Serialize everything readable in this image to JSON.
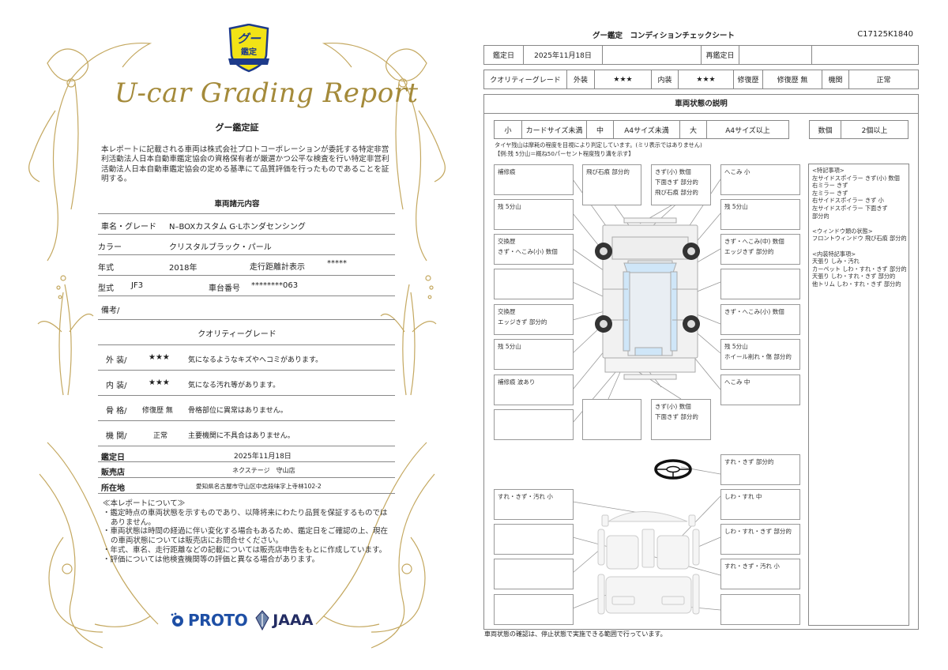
{
  "certificate": {
    "badge": {
      "line1": "グー",
      "line2": "鑑定"
    },
    "script_title": "U-car Grading Report",
    "title": "グー鑑定証",
    "body": "本レポートに記載される車両は株式会社プロトコーポレーションが委託する特定非営利活動法人日本自動車鑑定協会の資格保有者が厳選かつ公平な検査を行い特定非営利活動法人日本自動車鑑定協会の定める基準にて品質評価を行ったものであることを証明する。",
    "spec_title": "車両諸元内容",
    "specs": {
      "name_label": "車名・グレード",
      "name_value": "N–BOXカスタム G·Lホンダセンシング",
      "color_label": "カラー",
      "color_value": "クリスタルブラック・パール",
      "year_label": "年式",
      "year_value": "2018年",
      "mileage_label": "走行距離計表示",
      "mileage_value": "*****",
      "model_label": "型式",
      "model_value": "JF3",
      "chassis_label": "車台番号",
      "chassis_value": "********063",
      "remarks_label": "備考/"
    },
    "quality_title": "クオリティーグレード",
    "quality": [
      {
        "label": "外 装/",
        "grade": "★★★",
        "desc": "気になるようなキズやヘコミがあります。"
      },
      {
        "label": "内 装/",
        "grade": "★★★",
        "desc": "気になる汚れ等があります。"
      },
      {
        "label": "骨 格/",
        "grade": "修復歴 無",
        "desc": "骨格部位に異常はありません。"
      },
      {
        "label": "機 関/",
        "grade": "正常",
        "desc": "主要機関に不具合はありません。"
      }
    ],
    "info": {
      "date_label": "鑑定日",
      "date_value": "2025年11月18日",
      "shop_label": "販売店",
      "shop_value": "ネクステージ　守山店",
      "address_label": "所在地",
      "address_value": "愛知県名古屋市守山区中志段味字上寺林102-2"
    },
    "notes": {
      "heading": "≪本レポートについて≫",
      "items": [
        "・鑑定時点の車両状態を示すものであり、以降将来にわたり品質を保証するものではありません。",
        "・車両状態は時間の経過に伴い変化する場合もあるため、鑑定日をご確認の上、現在の車両状態については販売店にお問合せください。",
        "・年式、車名、走行距離などの記載については販売店申告をもとに作成しています。",
        "・評価については他検査機関等の評価と異なる場合があります。"
      ]
    },
    "logos": {
      "proto": "PROTO",
      "jaaa": "JAAA"
    },
    "colors": {
      "gold": "#a48a3a",
      "proto_blue": "#1e4fa5",
      "jaaa_navy": "#232c63",
      "badge_yellow": "#f2e316"
    }
  },
  "check_sheet": {
    "title": "グー鑑定　コンディションチェックシート",
    "code": "C17125K1840",
    "date_label": "鑑定日",
    "date_value": "2025年11月18日",
    "redate_label": "再鑑定日",
    "redate_value": "",
    "grade_row": {
      "label": "クオリティーグレード",
      "exterior_label": "外装",
      "exterior_value": "★★★",
      "interior_label": "内装",
      "interior_value": "★★★",
      "repair_label": "修復歴",
      "repair_value": "修復歴 無",
      "engine_label": "機関",
      "engine_value": "正常"
    },
    "section_title": "車両状態の説明",
    "legend": {
      "small": "小",
      "small_desc": "カードサイズ未満",
      "medium": "中",
      "medium_desc": "A4サイズ未満",
      "large": "大",
      "large_desc": "A4サイズ以上",
      "several": "数個",
      "several_desc": "2個以上"
    },
    "tire_note_1": "タイヤ残山は摩耗の程度を目視により判定しています。(ミリ表示ではありません)",
    "tire_note_2": "【例:残 5分山＝概ね50パーセント程度残り溝を示す】",
    "exterior_boxes": {
      "l1": [
        "補修痕"
      ],
      "t1": [
        "飛び石痕 部分的"
      ],
      "t2": [
        "きず(小) 数個",
        "下面きず 部分的",
        "飛び石痕 部分的"
      ],
      "r1": [
        "へこみ 小"
      ],
      "l2": [
        "残 5分山"
      ],
      "r2": [
        "残 5分山"
      ],
      "l3": [
        "交換歴",
        "きず・へこみ(小) 数個"
      ],
      "r3": [
        "きず・へこみ(中) 数個",
        "エッジきず 部分的"
      ],
      "l4": [],
      "r4": [],
      "l5": [
        "交換歴",
        "エッジきず 部分的"
      ],
      "r5": [
        "きず・へこみ(小) 数個"
      ],
      "l6": [
        "残 5分山"
      ],
      "r6": [
        "残 5分山",
        "ホイール削れ・傷 部分的"
      ],
      "l7": [
        "補修痕 波あり"
      ],
      "r7": [
        "へこみ 中"
      ],
      "l8": [],
      "b1": [],
      "b2": [
        "きず(小) 数個",
        "下面きず 部分的"
      ]
    },
    "interior_boxes": {
      "steering": [
        "すれ・きず 部分的"
      ],
      "il1": [
        "すれ・きず・汚れ 小"
      ],
      "ir1": [
        "しわ・すれ 中"
      ],
      "il2": [],
      "ir2": [
        "しわ・すれ・きず 部分的"
      ],
      "il3": [],
      "ir3": [
        "すれ・きず・汚れ 小"
      ],
      "il4": [],
      "ir4": []
    },
    "remarks": {
      "special_heading": "<特記事項>",
      "special": [
        "左サイドスポイラー きず(小) 数個",
        "右ミラー きず",
        "左ミラー きず",
        "右サイドスポイラー きず 小",
        "左サイドスポイラー 下面きず",
        "部分的"
      ],
      "window_heading": "<ウィンドウ類の状態>",
      "window": [
        "フロントウィンドウ 飛び石痕 部分的"
      ],
      "interior_heading": "<内装特記事項>",
      "interior": [
        "天張り しみ・汚れ",
        "カーペット しわ・すれ・きず 部分的",
        "天張り しわ・すれ・きず 部分的",
        "他トリム しわ・すれ・きず 部分的"
      ]
    },
    "footer": "車両状態の確認は、停止状態で実施できる範囲で行っています。"
  }
}
